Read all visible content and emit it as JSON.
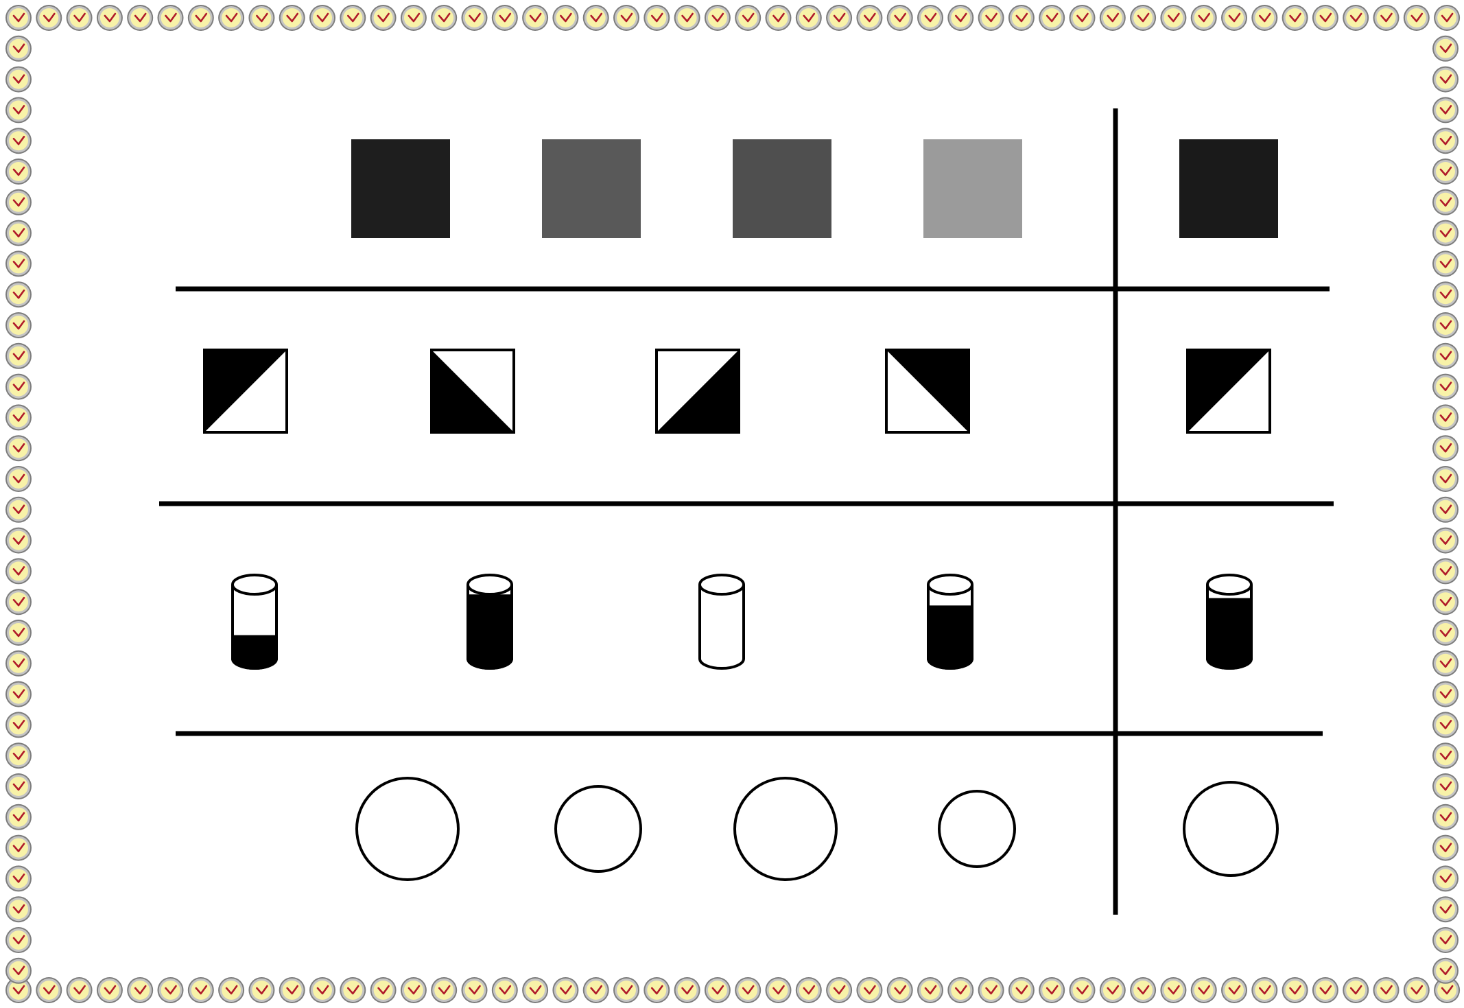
{
  "border": {
    "icon": "clock-icon",
    "face_color": "#f8f2a8",
    "rim_color": "#8a8a8a",
    "hand_color": "#b01a2a"
  },
  "grid": {
    "line_color": "#000000",
    "rows": 4,
    "example_columns": 4,
    "answer_columns": 1
  },
  "rows": [
    {
      "name": "shaded-squares",
      "examples": [
        {
          "shade": "#1e1e1e"
        },
        {
          "shade": "#595959"
        },
        {
          "shade": "#4f4f4f"
        },
        {
          "shade": "#9b9b9b"
        }
      ],
      "answer": {
        "shade": "#1a1a1a"
      }
    },
    {
      "name": "diagonal-split-squares",
      "examples": [
        {
          "black_half": "top-left"
        },
        {
          "black_half": "bottom-left"
        },
        {
          "black_half": "bottom-right"
        },
        {
          "black_half": "top-right"
        }
      ],
      "answer": {
        "black_half": "top-left"
      }
    },
    {
      "name": "filled-cylinders",
      "examples": [
        {
          "fill_level": 0.3
        },
        {
          "fill_level": 0.85
        },
        {
          "fill_level": 0.0
        },
        {
          "fill_level": 0.7
        }
      ],
      "answer": {
        "fill_level": 0.8
      }
    },
    {
      "name": "circles-by-size",
      "examples": [
        {
          "size": "large"
        },
        {
          "size": "medium"
        },
        {
          "size": "large"
        },
        {
          "size": "small"
        }
      ],
      "answer": {
        "size": "medium-large"
      }
    }
  ]
}
